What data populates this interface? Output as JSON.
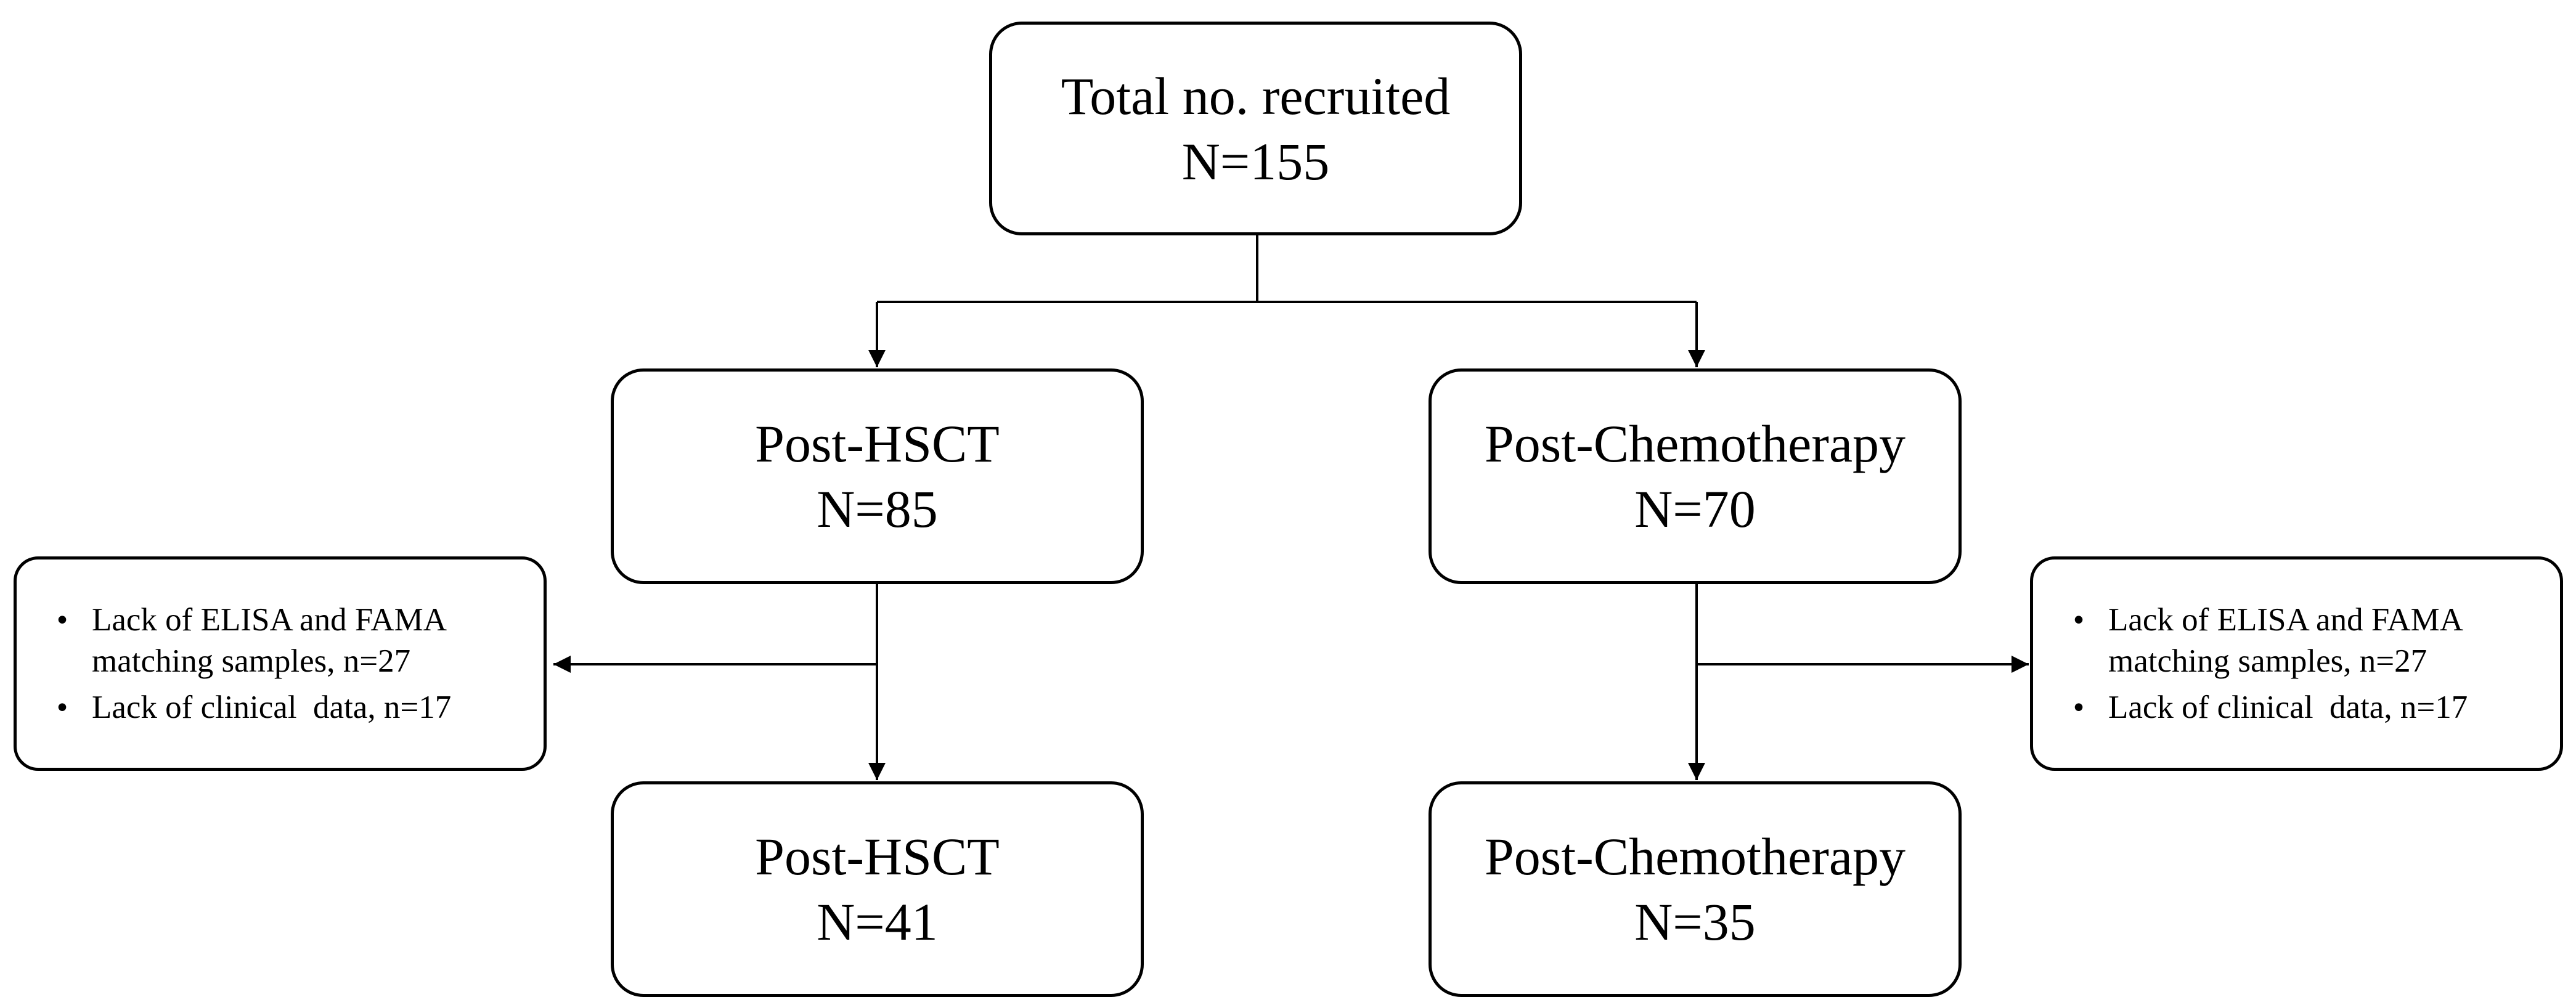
{
  "flowchart": {
    "recruited": {
      "title": "Total no. recruited",
      "count": "N=155"
    },
    "groups": [
      {
        "title": "Post-HSCT",
        "count": "N=85",
        "final_title": "Post-HSCT",
        "final_count": "N=41",
        "exclusions": [
          {
            "bullet": "•",
            "text": "Lack of ELISA and FAMA\nmatching samples, n=27"
          },
          {
            "bullet": "•",
            "text": "Lack of clinical  data, n=17"
          }
        ]
      },
      {
        "title": "Post-Chemotherapy",
        "count": "N=70",
        "final_title": "Post-Chemotherapy",
        "final_count": "N=35",
        "exclusions": [
          {
            "bullet": "•",
            "text": "Lack of ELISA and FAMA\nmatching samples, n=27"
          },
          {
            "bullet": "•",
            "text": "Lack of clinical  data, n=17"
          }
        ]
      }
    ]
  },
  "colors": {
    "stroke": "#000000",
    "background": "#ffffff"
  }
}
